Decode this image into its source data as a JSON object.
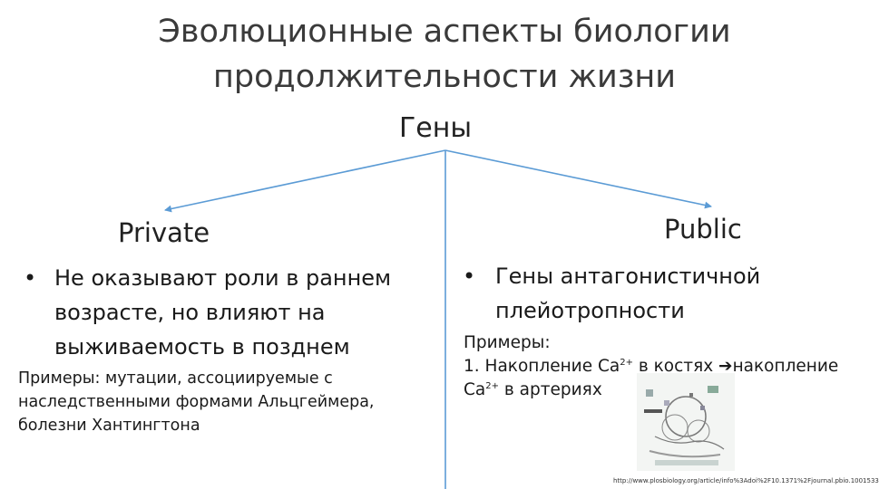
{
  "slide": {
    "title_line1": "Эволюционные аспекты биологии",
    "title_line2": "продолжительности жизни",
    "root_label": "Гены"
  },
  "left": {
    "heading": "Private",
    "bullet_line1": "Не оказывают роли в раннем",
    "bullet_line2": "возрасте, но влияют на",
    "bullet_line3": "выживаемость в позднем",
    "examples_line1": "Примеры: мутации, ассоциируемые с",
    "examples_line2": "наследственными формами Альцгеймера,",
    "examples_line3": "болезни Хантингтона"
  },
  "right": {
    "heading": "Public",
    "bullet_line1": "Гены антагонистичной",
    "bullet_line2": "плейотропности",
    "examples_heading": "Примеры:",
    "ex1_prefix": "1. Накопление Ca",
    "ex1_sup": "2+",
    "ex1_mid": " в костях ",
    "ex1_arrow": "➔",
    "ex1_suffix": "накопление",
    "ex2_prefix": "Ca",
    "ex2_sup": "2+",
    "ex2_suffix": " в артериях",
    "citation": "http://www.plosbiology.org/article/info%3Adoi%2F10.1371%2Fjournal.pbio.1001533"
  },
  "bullet_symbol": "•",
  "colors": {
    "connector": "#5b9bd5",
    "text": "#1a1a1a",
    "title": "#3a3a3a"
  }
}
